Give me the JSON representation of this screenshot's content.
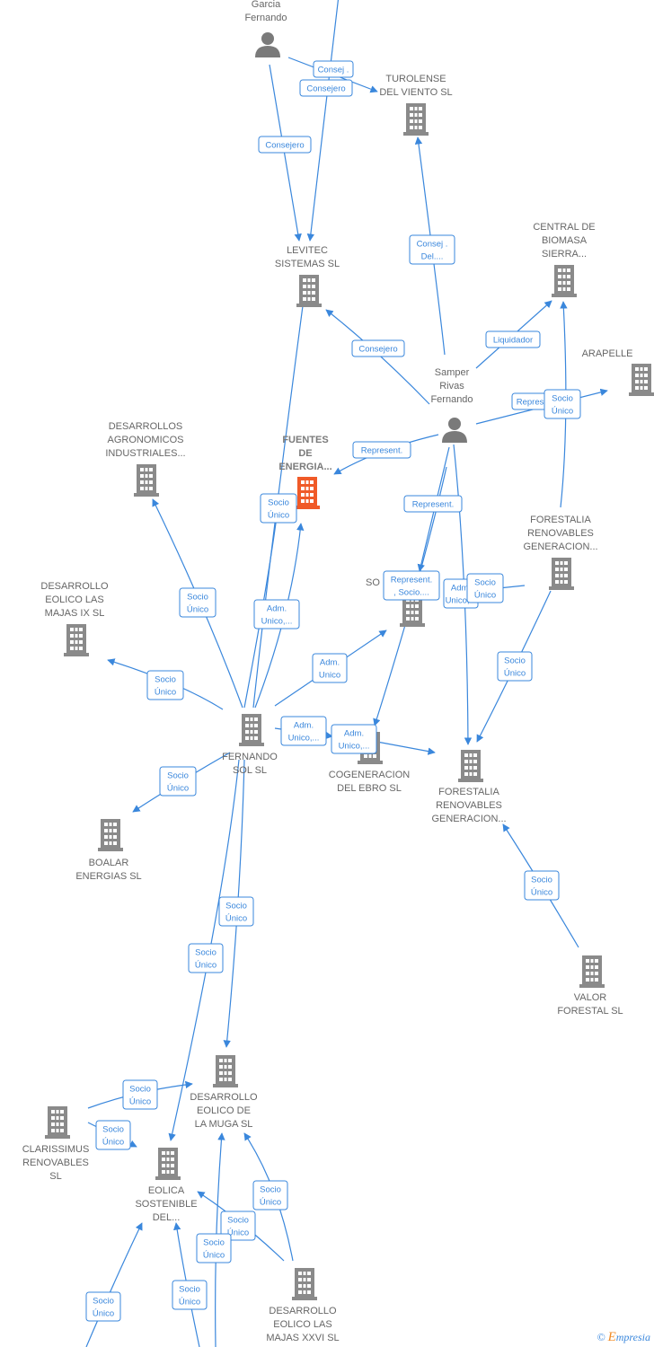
{
  "colors": {
    "edge": "#3a87dc",
    "company": "#8a8a8a",
    "highlight": "#f05a28",
    "person": "#7a7a7a",
    "text": "#666666"
  },
  "footer": {
    "copyright": "©",
    "brand_initial": "E",
    "brand_rest": "mpresia"
  },
  "nodes": [
    {
      "id": "garcia",
      "kind": "person",
      "lines": [
        "Garcia",
        "Fernando"
      ]
    },
    {
      "id": "turolense",
      "kind": "company",
      "lines": [
        "TUROLENSE",
        "DEL VIENTO SL"
      ]
    },
    {
      "id": "levitec",
      "kind": "company",
      "lines": [
        "LEVITEC",
        "SISTEMAS  SL"
      ]
    },
    {
      "id": "biomasa",
      "kind": "company",
      "lines": [
        "CENTRAL DE",
        "BIOMASA",
        "SIERRA..."
      ]
    },
    {
      "id": "arapelle",
      "kind": "company",
      "lines": [
        "ARAPELLE"
      ]
    },
    {
      "id": "samper",
      "kind": "person",
      "lines": [
        "Samper",
        "Rivas",
        "Fernando"
      ]
    },
    {
      "id": "agronomicos",
      "kind": "company",
      "lines": [
        "DESARROLLOS",
        "AGRONOMICOS",
        "INDUSTRIALES..."
      ]
    },
    {
      "id": "fuentes",
      "kind": "highlight",
      "lines": [
        "FUENTES",
        "DE",
        "ENERGIA..."
      ]
    },
    {
      "id": "forestalia1",
      "kind": "company",
      "lines": [
        "FORESTALIA",
        "RENOVABLES",
        "GENERACION..."
      ]
    },
    {
      "id": "so",
      "kind": "company",
      "lines": [
        "SO"
      ]
    },
    {
      "id": "majas9",
      "kind": "company",
      "lines": [
        "DESARROLLO",
        "EOLICO LAS",
        "MAJAS IX  SL"
      ]
    },
    {
      "id": "fernandosol",
      "kind": "company",
      "lines": [
        "FERNANDO",
        "SOL SL"
      ]
    },
    {
      "id": "cogeneracion",
      "kind": "company",
      "lines": [
        "COGENERACION",
        "DEL EBRO  SL"
      ]
    },
    {
      "id": "forestalia2",
      "kind": "company",
      "lines": [
        "FORESTALIA",
        "RENOVABLES",
        "GENERACION..."
      ]
    },
    {
      "id": "boalar",
      "kind": "company",
      "lines": [
        "BOALAR",
        "ENERGIAS  SL"
      ]
    },
    {
      "id": "valor",
      "kind": "company",
      "lines": [
        "VALOR",
        "FORESTAL SL"
      ]
    },
    {
      "id": "muga",
      "kind": "company",
      "lines": [
        "DESARROLLO",
        "EOLICO DE",
        "LA MUGA SL"
      ]
    },
    {
      "id": "clarissimus",
      "kind": "company",
      "lines": [
        "CLARISSIMUS",
        "RENOVABLES",
        "SL"
      ]
    },
    {
      "id": "eolica",
      "kind": "company",
      "lines": [
        "EOLICA",
        "SOSTENIBLE",
        "DEL..."
      ]
    },
    {
      "id": "majas26",
      "kind": "company",
      "lines": [
        "DESARROLLO",
        "EOLICO LAS",
        "MAJAS XXVI  SL"
      ]
    }
  ],
  "edges": [
    {
      "id": "e1",
      "lines": [
        "Consej ."
      ]
    },
    {
      "id": "e2",
      "lines": [
        "Consejero"
      ]
    },
    {
      "id": "e3",
      "lines": [
        "Consejero"
      ]
    },
    {
      "id": "e4",
      "lines": [
        "Consej .",
        "Del...."
      ]
    },
    {
      "id": "e5",
      "lines": [
        "Consejero"
      ]
    },
    {
      "id": "e6",
      "lines": [
        "Liquidador"
      ]
    },
    {
      "id": "e7",
      "lines": [
        "Represent."
      ]
    },
    {
      "id": "e8",
      "lines": [
        "Socio",
        "Único"
      ]
    },
    {
      "id": "e9",
      "lines": [
        "Represent."
      ]
    },
    {
      "id": "e10",
      "lines": [
        "Represent."
      ]
    },
    {
      "id": "e11",
      "lines": [
        "Socio",
        "Único"
      ]
    },
    {
      "id": "e12",
      "lines": [
        "Socio",
        "Único"
      ]
    },
    {
      "id": "e13",
      "lines": [
        "Adm.",
        "Unico,..."
      ]
    },
    {
      "id": "e14",
      "lines": [
        "Socio",
        "Único"
      ]
    },
    {
      "id": "e15",
      "lines": [
        "Adm.",
        "Unico"
      ]
    },
    {
      "id": "e16",
      "lines": [
        "Represent.",
        ", Socio...."
      ]
    },
    {
      "id": "e17",
      "lines": [
        "Adm.",
        "Unico,..."
      ]
    },
    {
      "id": "e18",
      "lines": [
        "Socio",
        "Único"
      ]
    },
    {
      "id": "e19",
      "lines": [
        "Socio",
        "Único"
      ]
    },
    {
      "id": "e20",
      "lines": [
        "Socio",
        "Único"
      ]
    },
    {
      "id": "e21",
      "lines": [
        "Adm.",
        "Unico,..."
      ]
    },
    {
      "id": "e22",
      "lines": [
        "Adm.",
        "Unico,..."
      ]
    },
    {
      "id": "e23",
      "lines": [
        "Socio",
        "Único"
      ]
    },
    {
      "id": "e24",
      "lines": [
        "Socio",
        "Único"
      ]
    },
    {
      "id": "e25",
      "lines": [
        "Socio",
        "Único"
      ]
    },
    {
      "id": "e26",
      "lines": [
        "Socio",
        "Único"
      ]
    },
    {
      "id": "e27",
      "lines": [
        "Socio",
        "Único"
      ]
    },
    {
      "id": "e28",
      "lines": [
        "Socio",
        "Único"
      ]
    },
    {
      "id": "e29",
      "lines": [
        "Socio",
        "Único"
      ]
    },
    {
      "id": "e30",
      "lines": [
        "Socio",
        "Único"
      ]
    },
    {
      "id": "e31",
      "lines": [
        "Socio",
        "Único"
      ]
    },
    {
      "id": "e32",
      "lines": [
        "Socio",
        "Único"
      ]
    }
  ]
}
